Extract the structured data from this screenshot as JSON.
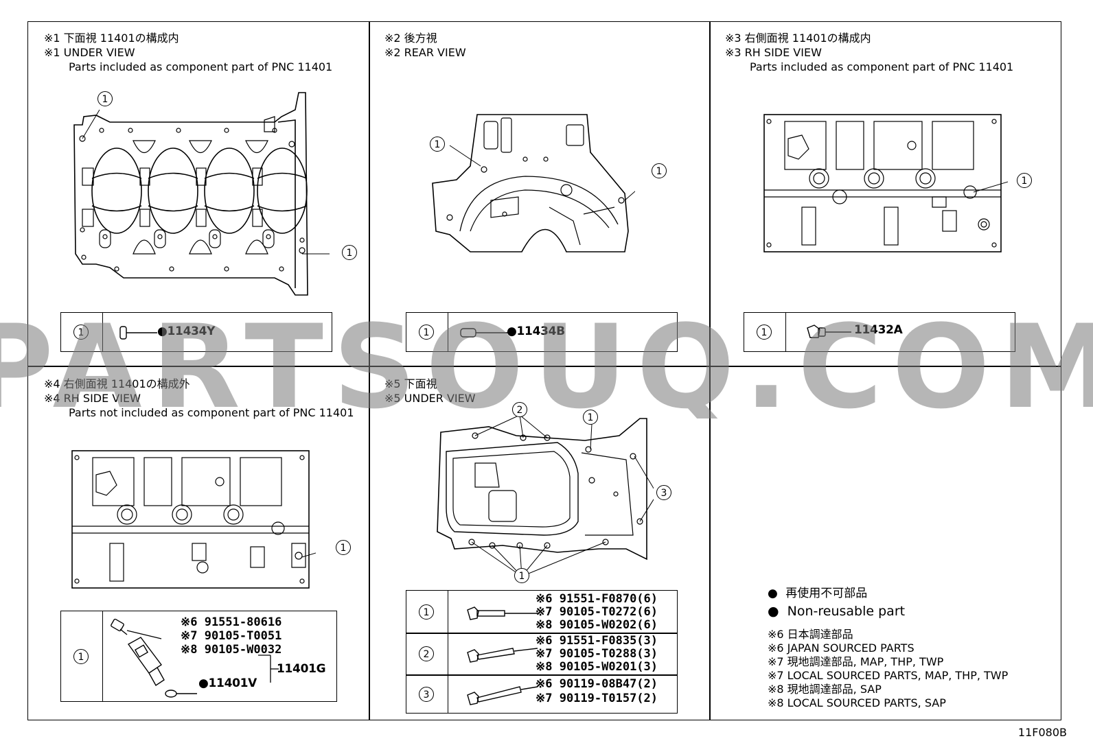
{
  "panels": {
    "p1": {
      "l1": "※1  下面視 11401の構成内",
      "l2": "※1  UNDER VIEW",
      "l3": "Parts included as component part of PNC 11401",
      "part": "●11434Y",
      "callout": "1"
    },
    "p2": {
      "l1": "※2  後方視",
      "l2": "※2  REAR VIEW",
      "part": "●11434B",
      "callout": "1"
    },
    "p3": {
      "l1": "※3  右側面視 11401の構成内",
      "l2": "※3  RH SIDE VIEW",
      "l3": "Parts included as component part of PNC 11401",
      "part": "11432A",
      "callout": "1"
    },
    "p4": {
      "l1": "※4  右側面視 11401の構成外",
      "l2": "※4  RH SIDE VIEW",
      "l3": "Parts not included as component part of PNC 11401",
      "callout": "1",
      "rows": [
        "※6  91551-80616",
        "※7  90105-T0051",
        "※8  90105-W0032"
      ],
      "sub_part": "●11401V",
      "assembly": "11401G"
    },
    "p5": {
      "l1": "※5  下面視",
      "l2": "※5  UNDER VIEW",
      "rows": [
        {
          "num": "1",
          "lines": [
            "※6  91551-F0870(6)",
            "※7  90105-T0272(6)",
            "※8  90105-W0202(6)"
          ]
        },
        {
          "num": "2",
          "lines": [
            "※6  91551-F0835(3)",
            "※7  90105-T0288(3)",
            "※8  90105-W0201(3)"
          ]
        },
        {
          "num": "3",
          "lines": [
            "※6  90119-08B47(2)",
            "※7  90119-T0157(2)"
          ]
        }
      ],
      "callouts": [
        "1",
        "2",
        "3"
      ]
    }
  },
  "legend": {
    "l1": "再使用不可部品",
    "l2": "Non-reusable part",
    "l3": "※6  日本調達部品",
    "l4": "※6  JAPAN SOURCED PARTS",
    "l5": "※7  現地調達部品, MAP, THP, TWP",
    "l6": "※7  LOCAL SOURCED PARTS, MAP, THP, TWP",
    "l7": "※8  現地調達部品, SAP",
    "l8": "※8  LOCAL SOURCED PARTS, SAP"
  },
  "watermark": "PARTSOUQ.COM",
  "footer_code": "11F080B"
}
